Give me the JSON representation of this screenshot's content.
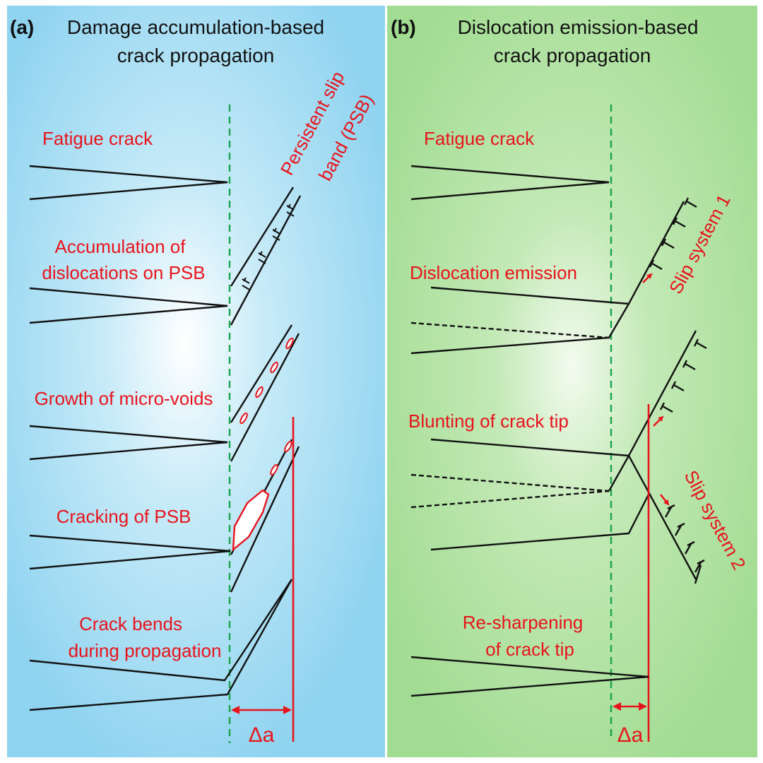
{
  "colors": {
    "panel_a_bg": "#8fd3f0",
    "panel_b_bg": "#9fdb8f",
    "annotation": "#e8141c",
    "reference_line": "#1aa34a"
  },
  "panel_a": {
    "tag": "(a)",
    "title_line1": "Damage accumulation-based",
    "title_line2": "crack propagation",
    "psb_label_line1": "Persistent slip",
    "psb_label_line2": "band (PSB)",
    "stages": {
      "s1": "Fatigue crack",
      "s2_line1": "Accumulation of",
      "s2_line2": "dislocations on PSB",
      "s3": "Growth of micro-voids",
      "s4": "Cracking of PSB",
      "s5_line1": "Crack bends",
      "s5_line2": "during propagation"
    },
    "delta_label": "Δa"
  },
  "panel_b": {
    "tag": "(b)",
    "title_line1": "Dislocation emission-based",
    "title_line2": "crack propagation",
    "stages": {
      "s1": "Fatigue crack",
      "s2": "Dislocation emission",
      "s3": "Blunting of crack tip",
      "s4_line1": "Re-sharpening",
      "s4_line2": "of crack tip"
    },
    "slip1_label": "Slip system 1",
    "slip2_label": "Slip system 2",
    "delta_label": "Δa"
  }
}
